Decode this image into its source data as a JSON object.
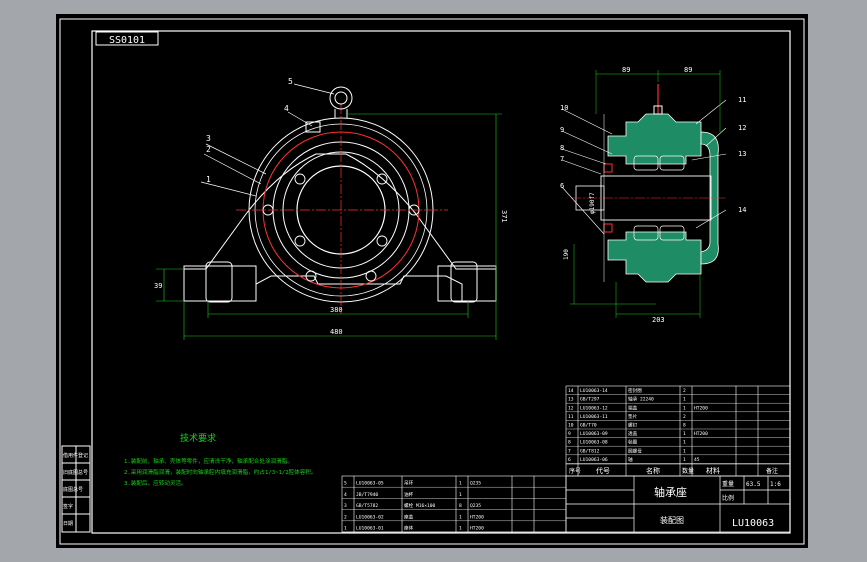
{
  "drawing_code": "SS0101",
  "front_view": {
    "balloons": [
      "5",
      "4",
      "3",
      "2",
      "1"
    ],
    "dimensions": {
      "height": "371",
      "base_height": "39",
      "bolt_span": "380",
      "overall_width": "480"
    }
  },
  "side_view": {
    "balloons_left": [
      "10",
      "9",
      "8",
      "7",
      "6"
    ],
    "balloons_right": [
      "11",
      "12",
      "13",
      "14"
    ],
    "dimensions": {
      "top_left": "89",
      "top_right": "89",
      "bottom": "203",
      "shaft": "φ190f7",
      "left_height": "190"
    }
  },
  "tech_requirements": {
    "title": "技术要求",
    "lines": [
      "1.装配前，轴承、壳体等零件，应清洗干净，轴承配合处涂润滑脂。",
      "2.采用润滑脂润滑，装配时向轴承腔内填充润滑脂，约占1/3~1/2腔体容积。",
      "3.装配后，应转动灵活。"
    ]
  },
  "parts_list_lower": {
    "rows": [
      {
        "no": "5",
        "code": "LU10063-05",
        "name": "吊环",
        "qty": "1",
        "material": "Q235",
        "note": ""
      },
      {
        "no": "4",
        "code": "JB/T7940",
        "name": "油杯",
        "qty": "1",
        "material": "",
        "note": ""
      },
      {
        "no": "3",
        "code": "GB/T5782",
        "name": "螺栓 M16×100",
        "qty": "8",
        "material": "Q235",
        "note": ""
      },
      {
        "no": "2",
        "code": "LU10063-02",
        "name": "座盖",
        "qty": "1",
        "material": "HT200",
        "note": ""
      },
      {
        "no": "1",
        "code": "LU10063-01",
        "name": "座体",
        "qty": "1",
        "material": "HT200",
        "note": ""
      }
    ]
  },
  "parts_list_upper": {
    "rows": [
      {
        "no": "14",
        "code": "LU10063-14",
        "name": "密封圈",
        "qty": "2",
        "material": "",
        "note": ""
      },
      {
        "no": "13",
        "code": "GB/T297",
        "name": "轴承 22240",
        "qty": "1",
        "material": "",
        "note": ""
      },
      {
        "no": "12",
        "code": "LU10063-12",
        "name": "端盖",
        "qty": "1",
        "material": "HT200",
        "note": ""
      },
      {
        "no": "11",
        "code": "LU10063-11",
        "name": "垫片",
        "qty": "2",
        "material": "",
        "note": ""
      },
      {
        "no": "10",
        "code": "GB/T70",
        "name": "螺钉",
        "qty": "8",
        "material": "",
        "note": ""
      },
      {
        "no": "9",
        "code": "LU10063-09",
        "name": "透盖",
        "qty": "1",
        "material": "HT200",
        "note": ""
      },
      {
        "no": "8",
        "code": "LU10063-08",
        "name": "毡圈",
        "qty": "1",
        "material": "",
        "note": ""
      },
      {
        "no": "7",
        "code": "GB/T812",
        "name": "圆螺母",
        "qty": "1",
        "material": "",
        "note": ""
      },
      {
        "no": "6",
        "code": "LU10063-06",
        "name": "轴",
        "qty": "1",
        "material": "45",
        "note": ""
      }
    ],
    "header": {
      "no": "序号",
      "code": "代号",
      "name": "名称",
      "qty": "数量",
      "material": "材料",
      "note": "备注"
    }
  },
  "title_block": {
    "part_name": "轴承座",
    "view_name": "装配图",
    "drawing_number": "LU10063",
    "weight_label": "重量",
    "scale_label": "比例",
    "scale_value": "1:6",
    "weight_value": "63.5"
  },
  "left_strip": [
    "借用件登记",
    "旧底图总号",
    "底图总号",
    "签字",
    "日期"
  ]
}
